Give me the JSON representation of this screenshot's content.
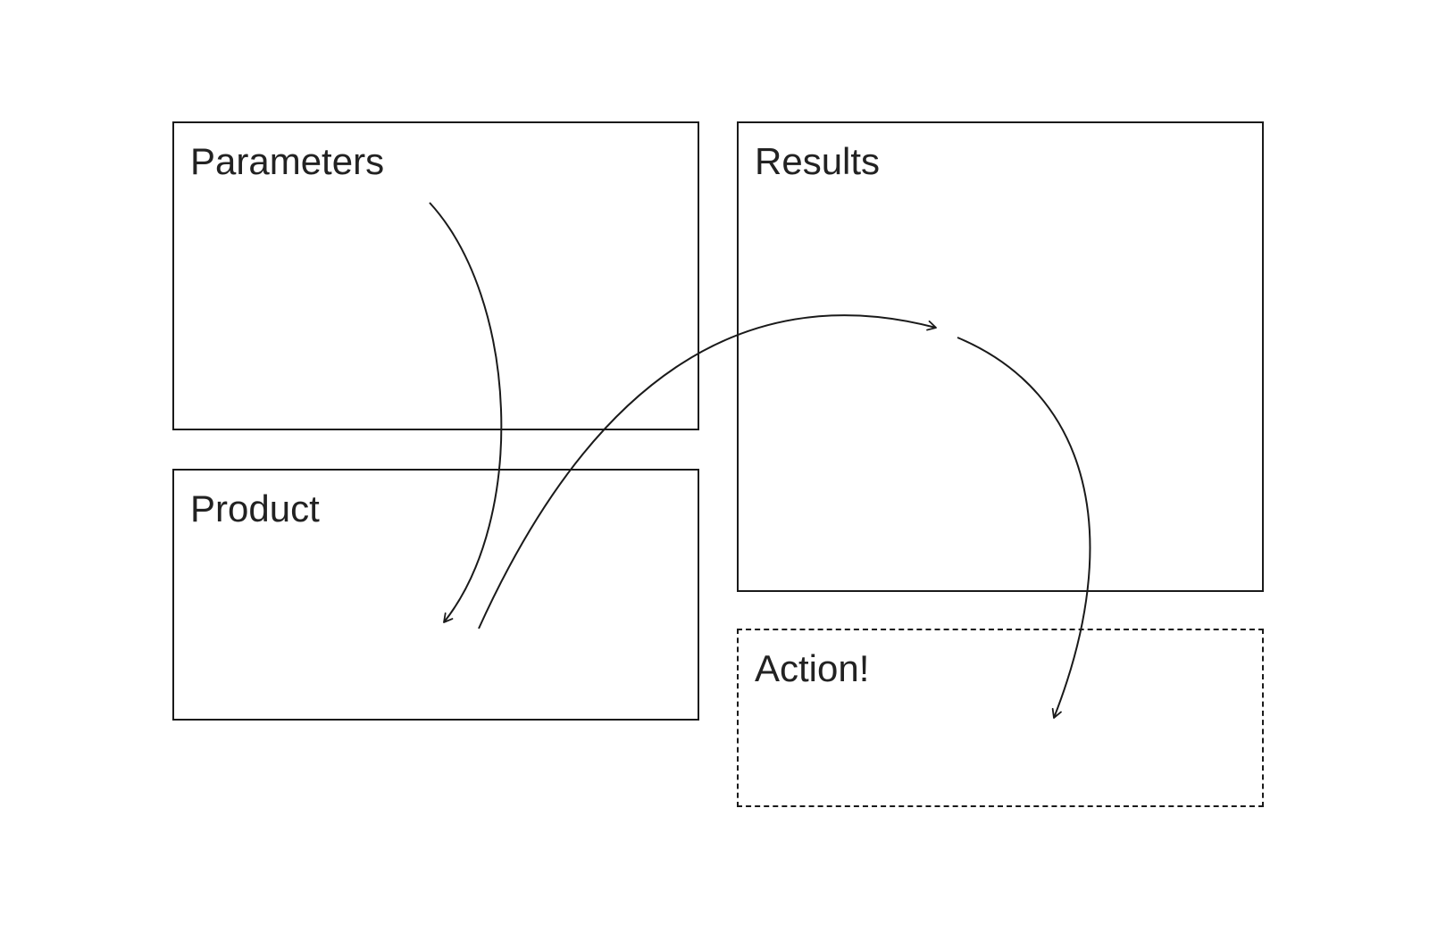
{
  "diagram": {
    "boxes": {
      "parameters": {
        "label": "Parameters",
        "style": "solid"
      },
      "product": {
        "label": "Product",
        "style": "solid"
      },
      "results": {
        "label": "Results",
        "style": "solid"
      },
      "action": {
        "label": "Action!",
        "style": "dashed"
      }
    },
    "connections": [
      {
        "from": "parameters",
        "to": "product",
        "arrowhead": "end"
      },
      {
        "from": "product",
        "to": "results",
        "arrowhead": "end"
      },
      {
        "from": "results",
        "to": "action",
        "arrowhead": "end"
      }
    ],
    "colors": {
      "stroke": "#1a1a1a",
      "text": "#222222",
      "background": "#ffffff"
    }
  }
}
